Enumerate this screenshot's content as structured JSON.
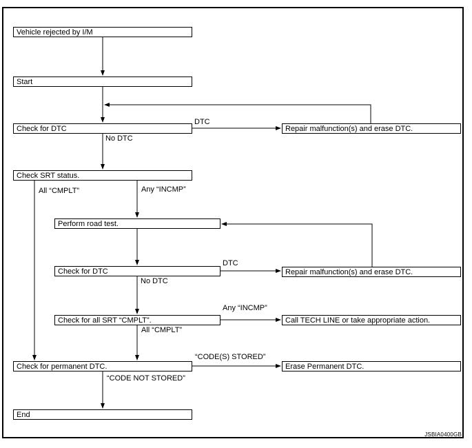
{
  "figure": {
    "code": "JSBIA0400GB",
    "background": "#ffffff",
    "line_color": "#000000",
    "box_fill": "#ffffff"
  },
  "nodes": [
    {
      "id": "vehicle-rejected",
      "label": "Vehicle rejected by I/M"
    },
    {
      "id": "start",
      "label": "Start"
    },
    {
      "id": "check-for-dtc-1",
      "label": "Check for DTC"
    },
    {
      "id": "check-srt-status",
      "label": "Check SRT status."
    },
    {
      "id": "perform-road-test",
      "label": "Perform road test."
    },
    {
      "id": "check-for-dtc-2",
      "label": "Check for DTC"
    },
    {
      "id": "check-all-srt-cmplt",
      "label": "Check for all SRT “CMPLT”."
    },
    {
      "id": "check-permanent-dtc",
      "label": "Check for permanent DTC."
    },
    {
      "id": "end",
      "label": "End"
    },
    {
      "id": "repair-erase-dtc-1",
      "label": "Repair malfunction(s) and erase DTC."
    },
    {
      "id": "repair-erase-dtc-2",
      "label": "Repair malfunction(s) and erase DTC."
    },
    {
      "id": "call-tech-line",
      "label": "Call TECH LINE or take appropriate action."
    },
    {
      "id": "erase-permanent-dtc",
      "label": "Erase Permanent DTC."
    }
  ],
  "edge_labels": [
    {
      "id": "dtc-1",
      "text": "DTC"
    },
    {
      "id": "no-dtc-1",
      "text": "No DTC"
    },
    {
      "id": "all-cmplt-1",
      "text": "All “CMPLT”"
    },
    {
      "id": "any-incmp-1",
      "text": "Any “INCMP”"
    },
    {
      "id": "dtc-2",
      "text": "DTC"
    },
    {
      "id": "no-dtc-2",
      "text": "No DTC"
    },
    {
      "id": "any-incmp-2",
      "text": "Any “INCMP”"
    },
    {
      "id": "all-cmplt-2",
      "text": "All “CMPLT”"
    },
    {
      "id": "codes-stored",
      "text": "“CODE(S) STORED”"
    },
    {
      "id": "code-not-stored",
      "text": "“CODE NOT STORED”"
    }
  ]
}
